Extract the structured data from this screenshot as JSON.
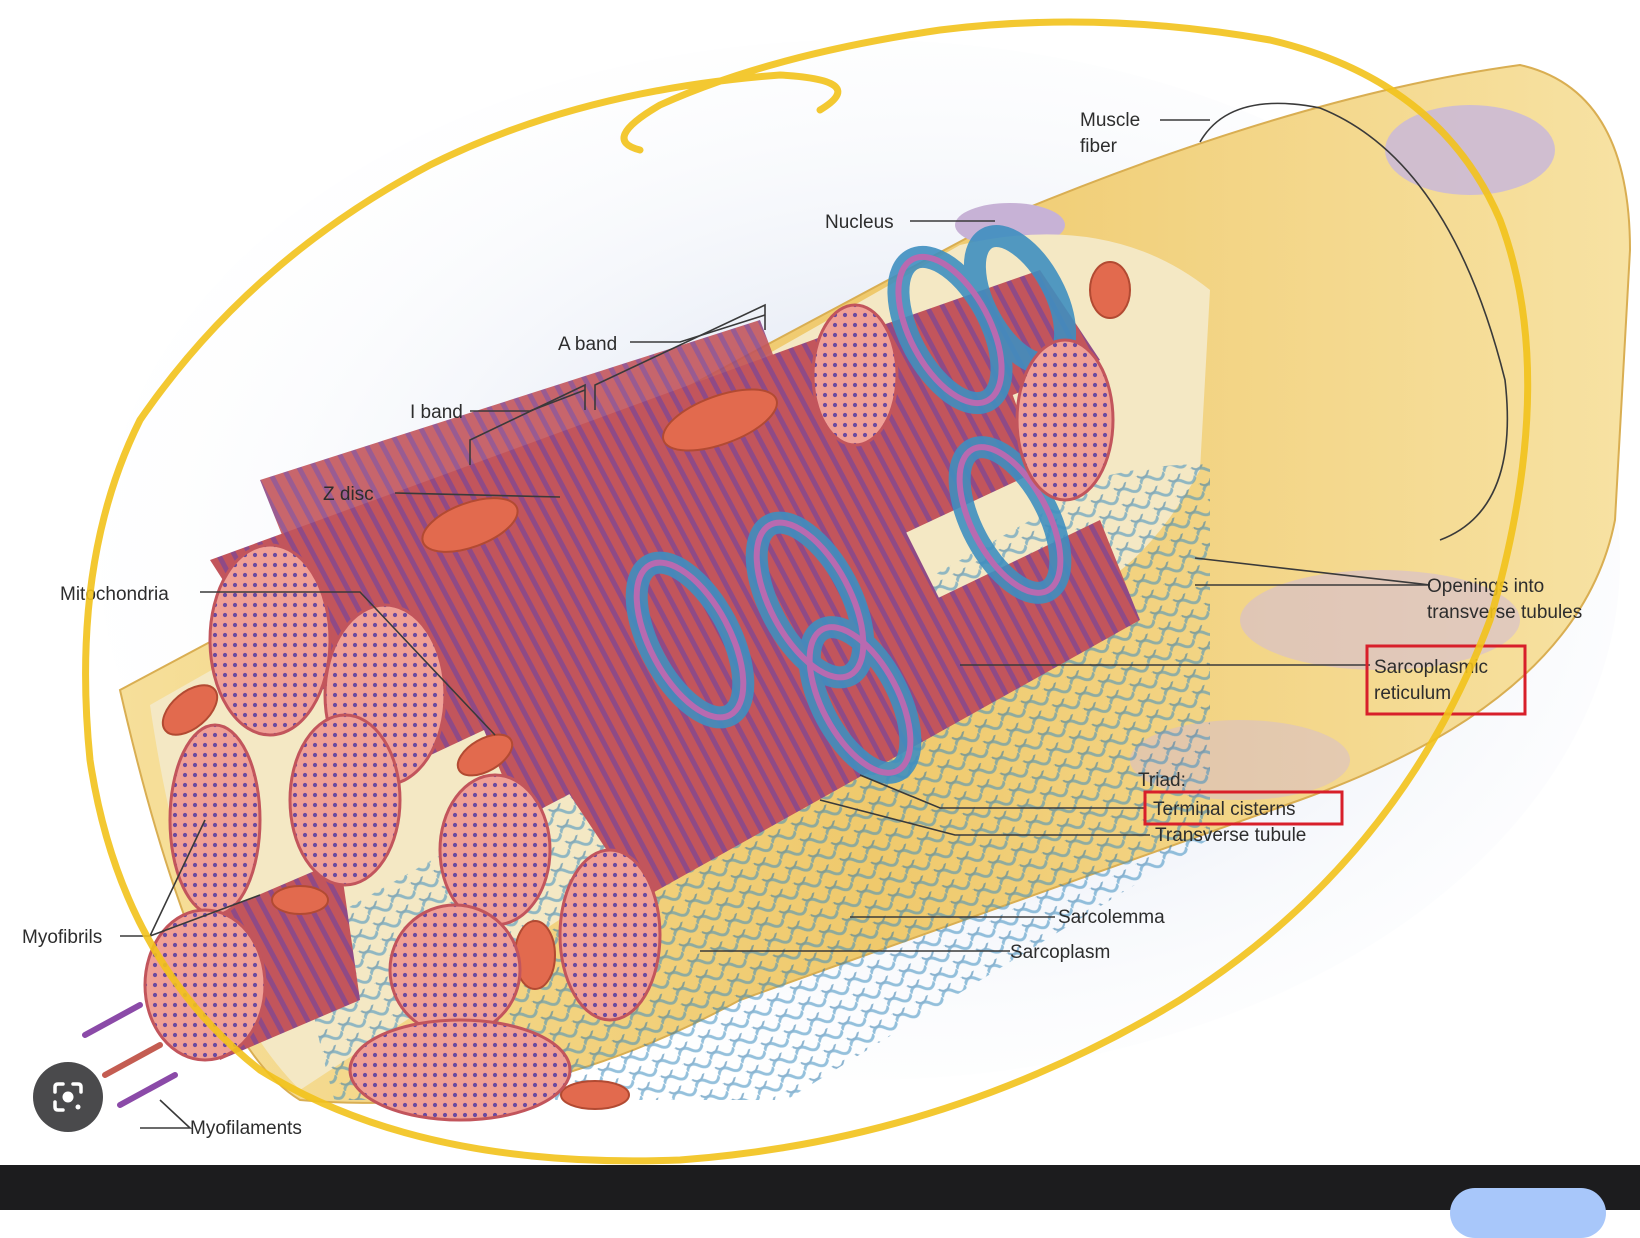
{
  "diagram": {
    "labels": {
      "muscle_fiber_1": "Muscle",
      "muscle_fiber_2": "fiber",
      "nucleus": "Nucleus",
      "a_band": "A band",
      "i_band": "I band",
      "z_disc": "Z disc",
      "mitochondria": "Mitochondria",
      "openings_1": "Openings into",
      "openings_2": "transverse tubules",
      "sarcoplasmic_1": "Sarcoplasmic",
      "sarcoplasmic_2": "reticulum",
      "triad": "Triad:",
      "terminal_cisterns": "Terminal cisterns",
      "transverse_tubule": "Transverse tubule",
      "sarcolemma": "Sarcolemma",
      "sarcoplasm": "Sarcoplasm",
      "myofibrils": "Myofibrils",
      "myofilaments": "Myofilaments"
    },
    "colors": {
      "fiber_yellow": "#f3d483",
      "myofibril_red": "#c8514f",
      "myofibril_face": "#ee9a8f",
      "reticulum_blue": "#3f8fc0",
      "highlight_box": "#d81f2a",
      "scribble": "#f2c21b"
    }
  },
  "ui": {
    "lens_icon": "camera-lens-icon",
    "bottom_bar_color": "#1c1c1e",
    "pill_color": "#a8c7fa"
  }
}
